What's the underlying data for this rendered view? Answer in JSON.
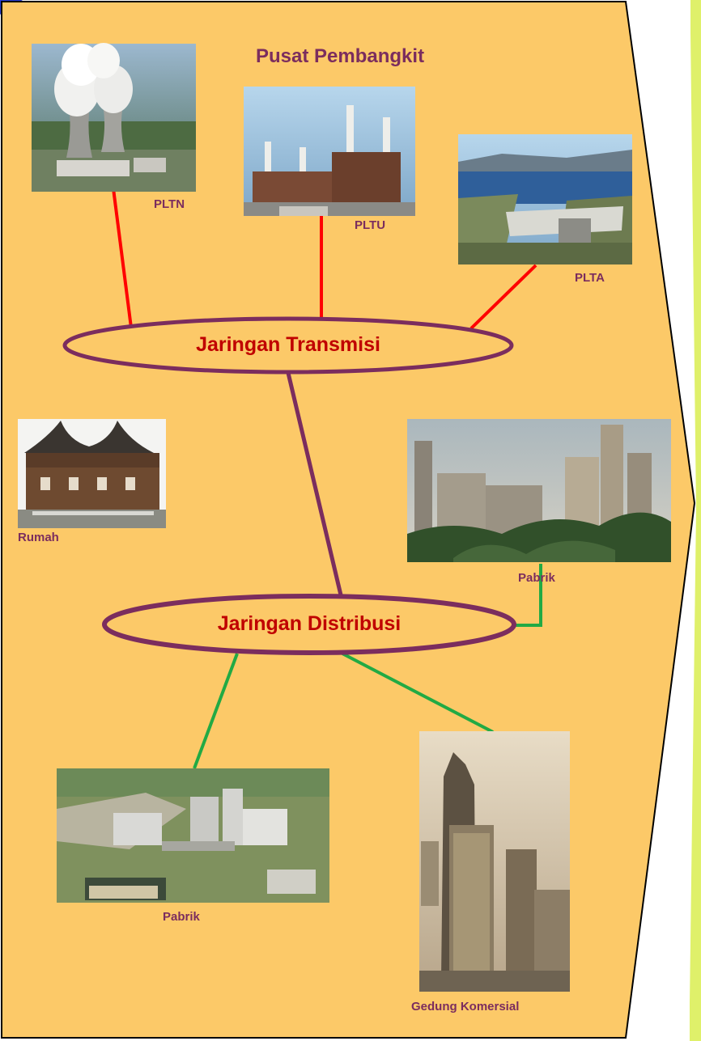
{
  "diagram": {
    "title": "Pusat Pembangkit",
    "nodes": {
      "transmission": "Jaringan Transmisi",
      "distribution": "Jaringan Distribusi"
    },
    "photos": {
      "pltn": "PLTN",
      "pltu": "PLTU",
      "plta": "PLTA",
      "rumah": "Rumah",
      "pabrik_right": "Pabrik",
      "pabrik_left": "Pabrik",
      "gedung": "Gedung Komersial"
    },
    "colors": {
      "background": "#fcc968",
      "generation_link": "#ff0000",
      "transmission_link": "#7b2d5e",
      "distribution_link": "#22aa44",
      "ellipse_stroke": "#7b2d5e",
      "label_text": "#7b2d5e",
      "node_text": "#c00000"
    }
  }
}
